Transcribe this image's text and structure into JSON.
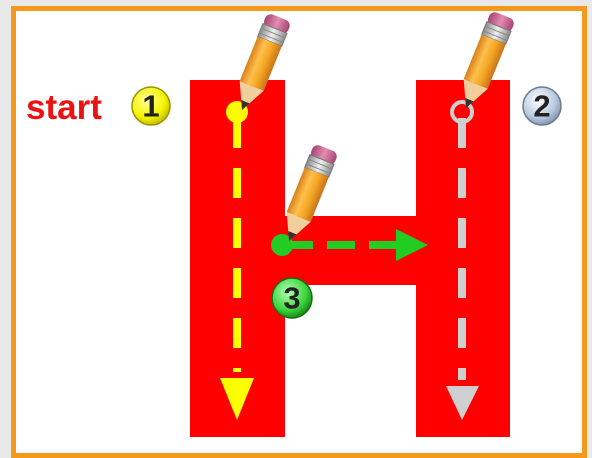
{
  "start_label": "start",
  "letter": "H",
  "strokes": [
    {
      "step": "1",
      "color": "#ffff00",
      "badge_color": "#f5f500",
      "direction": "down"
    },
    {
      "step": "2",
      "color": "#cfcfcf",
      "badge_color": "#b9c9e0",
      "direction": "down"
    },
    {
      "step": "3",
      "color": "#22cc22",
      "badge_color": "#3bd43b",
      "direction": "right"
    }
  ],
  "colors": {
    "frame": "#f39a1a",
    "letter": "#ff0000",
    "start_text": "#ee1111",
    "pencil_body": "#f5a623",
    "pencil_eraser": "#d46b9a"
  },
  "icons": [
    "pencil-icon"
  ]
}
